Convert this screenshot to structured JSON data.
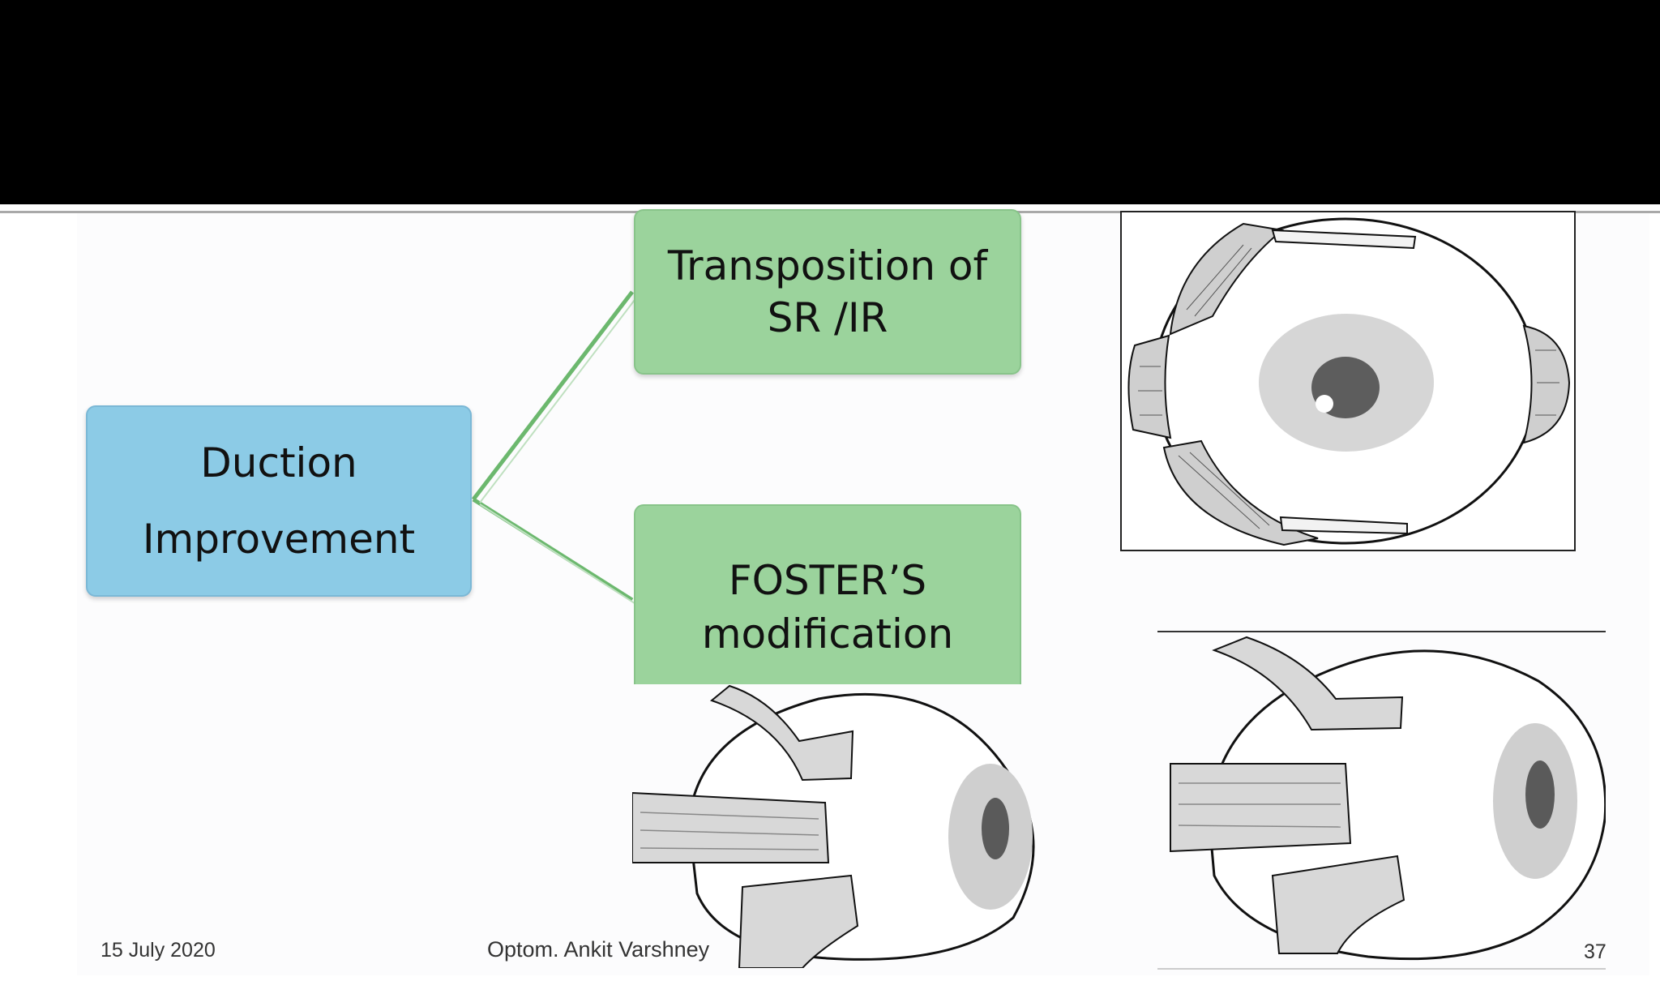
{
  "slide": {
    "main_box": {
      "line1": "Duction",
      "line2": "Improvement"
    },
    "branch_top": {
      "line1": "Transposition of",
      "line2": "SR /IR"
    },
    "branch_bottom": {
      "line1": "FOSTER’S",
      "line2": "modification"
    },
    "footer": {
      "date": "15 July 2020",
      "author": "Optom. Ankit Varshney",
      "page": "37"
    }
  },
  "colors": {
    "title_bar": "#000000",
    "main_box": "#8ccbe6",
    "branch_box": "#9bd39c",
    "connector": "#6cb86e"
  },
  "illustrations": [
    {
      "name": "eye-transposition-front-view"
    },
    {
      "name": "eye-foster-modification-side-view"
    },
    {
      "name": "eye-transposition-side-view"
    }
  ]
}
